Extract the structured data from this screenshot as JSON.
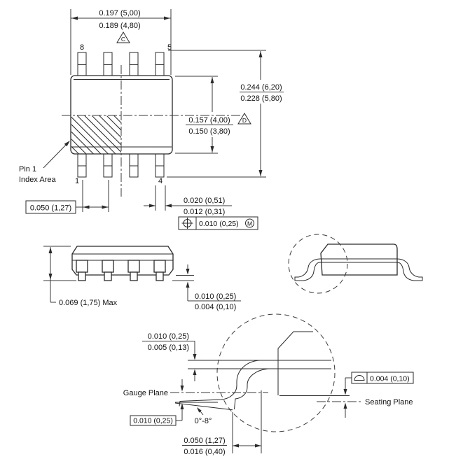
{
  "drawing": {
    "top_view": {
      "dim_length": {
        "max": "0.197 (5,00)",
        "min": "0.189 (4,80)"
      },
      "flag_length": "C",
      "pins": {
        "top_left": "8",
        "top_right": "5",
        "bottom_left": "1",
        "bottom_right": "4"
      },
      "dim_lead_span": {
        "max": "0.244 (6,20)",
        "min": "0.228 (5,80)"
      },
      "dim_body_width": {
        "max": "0.157 (4,00)",
        "min": "0.150 (3,80)"
      },
      "flag_body_width": "D",
      "pin1_note": {
        "line1": "Pin 1",
        "line2": "Index Area"
      },
      "dim_pitch": "0.050 (1,27)",
      "dim_lead_width": {
        "max": "0.020 (0,51)",
        "min": "0.012 (0,31)"
      },
      "fcf_position": {
        "value": "0.010 (0,25)",
        "modifier": "M"
      }
    },
    "front_view": {
      "dim_height": "0.069 (1,75) Max",
      "dim_standoff": {
        "max": "0.010 (0,25)",
        "min": "0.004 (0,10)"
      }
    },
    "detail_view": {
      "dim_lead_thickness": {
        "max": "0.010 (0,25)",
        "min": "0.005 (0,13)"
      },
      "gauge_plane": "Gauge Plane",
      "dim_gauge_height": "0.010 (0,25)",
      "lead_angle": "0°-8°",
      "dim_foot_length": {
        "max": "0.050 (1,27)",
        "min": "0.016 (0,40)"
      },
      "seating_plane": "Seating Plane",
      "fcf_coplanarity": "0.004 (0,10)"
    }
  }
}
